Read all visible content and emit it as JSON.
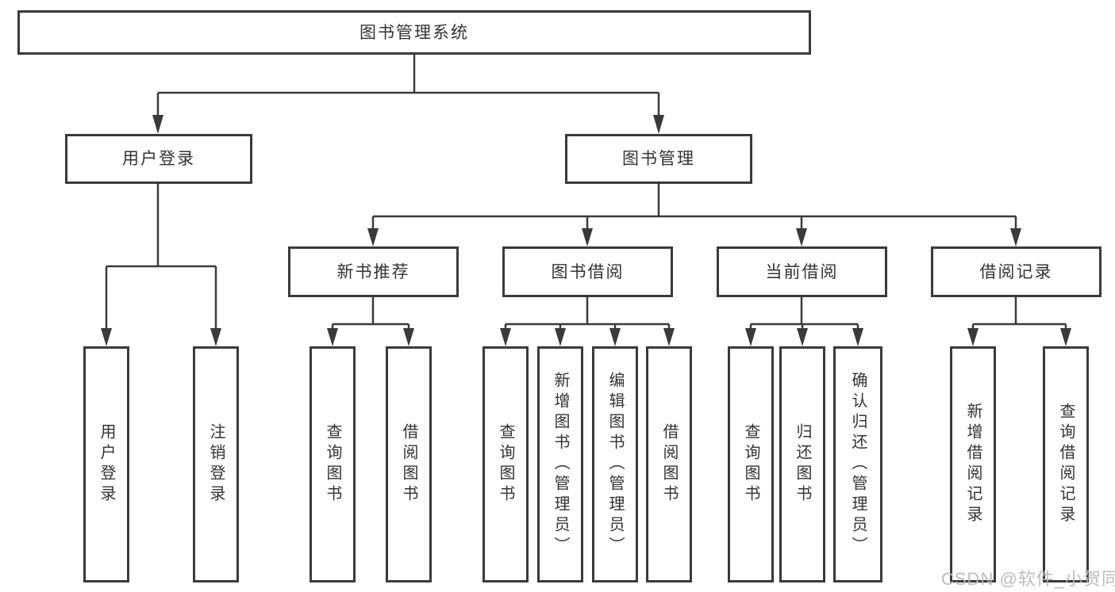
{
  "diagram": {
    "type": "hierarchy",
    "title": "图书管理系统",
    "colors": {
      "line": "#3a3a3a",
      "box_border": "#3a3a3a",
      "text": "#333333",
      "background": "#ffffff",
      "watermark": "#b6b6b6"
    }
  },
  "tree": {
    "root": {
      "label": "图书管理系统"
    },
    "branches": [
      {
        "label": "用户登录",
        "children": [
          "用户登录",
          "注销登录"
        ]
      },
      {
        "label": "图书管理",
        "children": [
          {
            "label": "新书推荐",
            "children": [
              "查询图书",
              "借阅图书"
            ]
          },
          {
            "label": "图书借阅",
            "children": [
              "查询图书",
              "新增图书（管理员）",
              "编辑图书（管理员）",
              "借阅图书"
            ]
          },
          {
            "label": "当前借阅",
            "children": [
              "查询图书",
              "归还图书",
              "确认归还（管理员）"
            ]
          },
          {
            "label": "借阅记录",
            "children": [
              "新增借阅记录",
              "查询借阅记录"
            ]
          }
        ]
      }
    ]
  },
  "watermark": "CSDN @软件_小贺同学"
}
